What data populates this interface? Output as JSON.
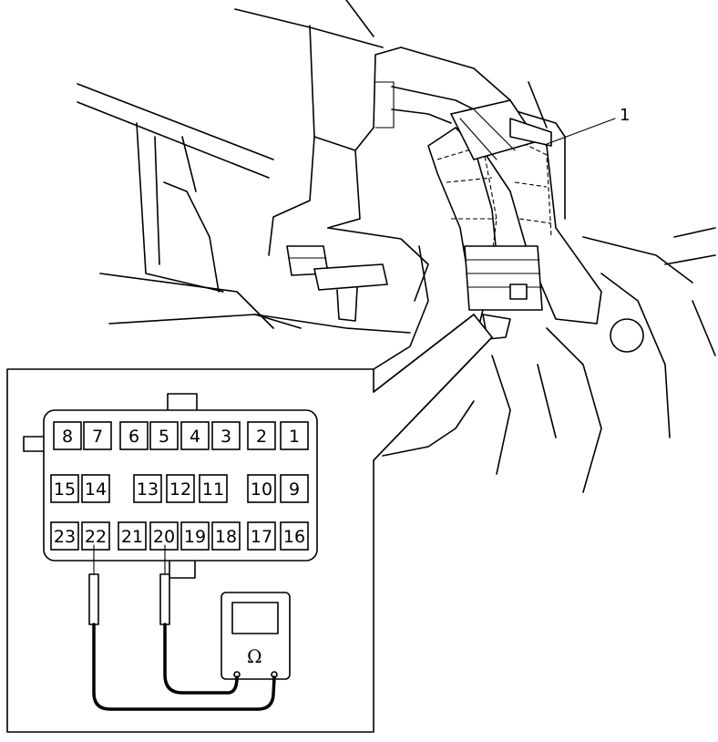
{
  "callout": {
    "label": "1"
  },
  "connector": {
    "rows": [
      [
        "8",
        "7",
        "6",
        "5",
        "4",
        "3",
        "2",
        "1"
      ],
      [
        "15",
        "14",
        "13",
        "12",
        "11",
        "10",
        "9"
      ],
      [
        "23",
        "22",
        "21",
        "20",
        "19",
        "18",
        "17",
        "16"
      ]
    ]
  },
  "meter": {
    "symbol": "Ω"
  }
}
